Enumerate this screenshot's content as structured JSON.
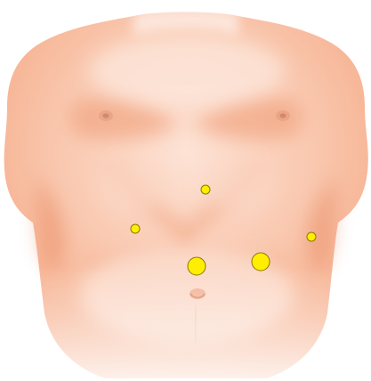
{
  "illustration": {
    "subject": "anterior torso",
    "skin_color": "#f7b79a",
    "skin_highlight": "#fde3d6",
    "skin_shadow": "#ef9a72",
    "marker_fill": "#ffee00",
    "marker_stroke": "#8a7a00",
    "port_markers": [
      {
        "id": "epigastric",
        "size": "small"
      },
      {
        "id": "right-upper-quadrant",
        "size": "small"
      },
      {
        "id": "left-flank",
        "size": "small"
      },
      {
        "id": "umbilical",
        "size": "large"
      },
      {
        "id": "left-midclavicular",
        "size": "large"
      }
    ]
  }
}
